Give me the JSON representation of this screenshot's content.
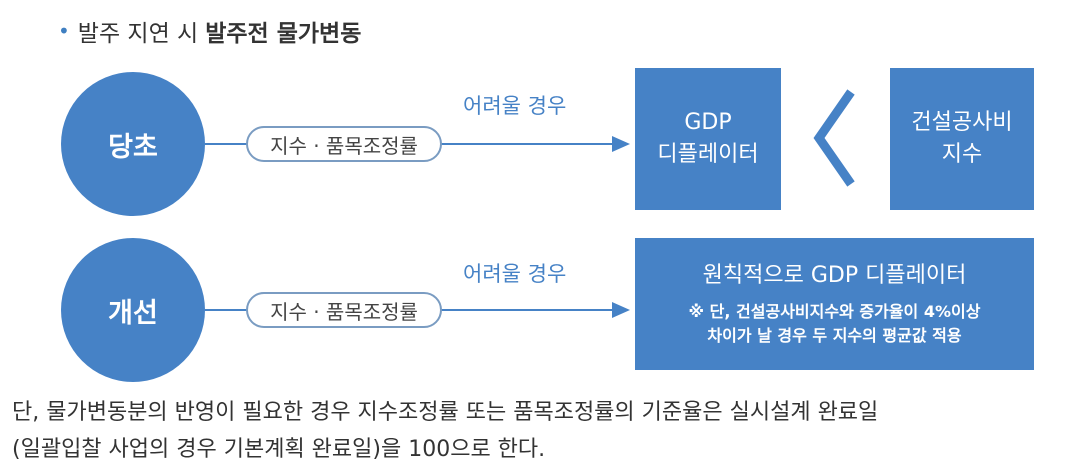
{
  "heading": {
    "bullet": "•",
    "prefix": "발주 지연 시",
    "bold": "발주전 물가변동"
  },
  "rows": [
    {
      "circle_label": "당초",
      "pill_label": "지수 · 품목조정률",
      "case_label": "어려울 경우"
    },
    {
      "circle_label": "개선",
      "pill_label": "지수 · 품목조정률",
      "case_label": "어려울 경우"
    }
  ],
  "gdp_box": {
    "line1": "GDP",
    "line2": "디플레이터"
  },
  "comparison_symbol": "<",
  "cci_box": {
    "line1": "건설공사비",
    "line2": "지수"
  },
  "improved_box": {
    "title": "원칙적으로 GDP 디플레이터",
    "note_line1": "※ 단, 건설공사비지수와 증가율이 4%이상",
    "note_line2": "차이가 날 경우 두 지수의 평균값 적용"
  },
  "footnote": {
    "line1": "단, 물가변동분의 반영이 필요한 경우 지수조정률 또는 품목조정률의 기준율은 실시설계 완료일",
    "line2": "(일괄입찰 사업의 경우 기본계획 완료일)을 100으로 한다."
  },
  "colors": {
    "accent": "#4682c6",
    "pill_border": "#7a9cc2",
    "text": "#333333"
  }
}
